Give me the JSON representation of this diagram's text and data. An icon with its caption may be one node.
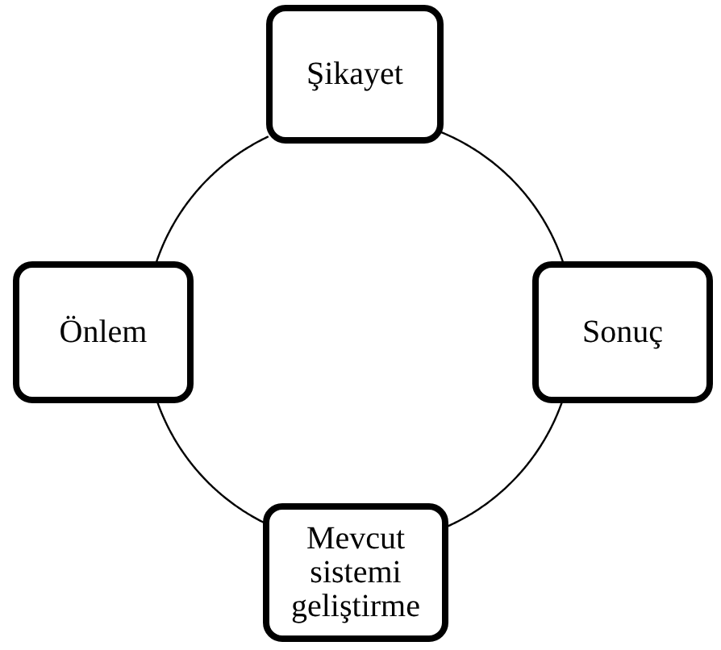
{
  "diagram": {
    "nodes": [
      {
        "text": [
          "Şikayet"
        ]
      },
      {
        "text": [
          "Önlem"
        ]
      },
      {
        "text": [
          "Sonuç"
        ]
      },
      {
        "text": [
          "Mevcut sistemi geliştirme"
        ]
      }
    ],
    "edges": [
      {
        "from": 0,
        "to": 2,
        "arrow": "none"
      },
      {
        "from": 2,
        "to": 3,
        "arrow": "none"
      },
      {
        "from": 3,
        "to": 1,
        "arrow": "none"
      },
      {
        "from": 1,
        "to": 0,
        "arrow": "none"
      }
    ]
  }
}
